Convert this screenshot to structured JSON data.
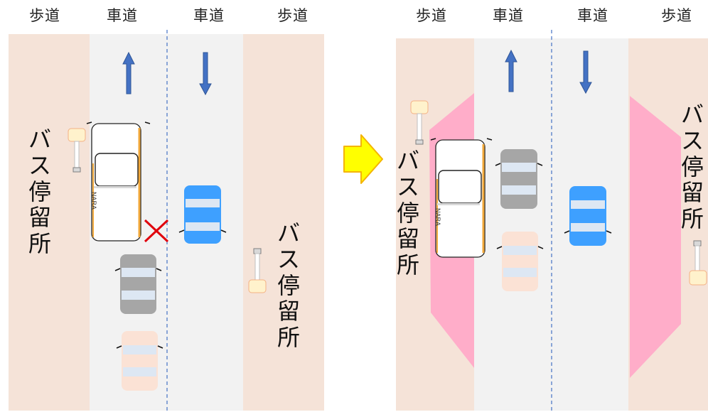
{
  "left_panel": {
    "columns": [
      "歩道",
      "車道",
      "車道",
      "歩道"
    ],
    "bus_stop_left": [
      "バ",
      "ス",
      "停",
      "留",
      "所"
    ],
    "bus_stop_right": [
      "バ",
      "ス",
      "停",
      "留",
      "所"
    ],
    "bus_plate": "NARA",
    "blocked_mark": "×"
  },
  "right_panel": {
    "columns": [
      "歩道",
      "車道",
      "車道",
      "歩道"
    ],
    "bus_stop_left": [
      "バ",
      "ス",
      "停",
      "留",
      "所"
    ],
    "bus_stop_right": [
      "バ",
      "ス",
      "停",
      "留",
      "所"
    ],
    "bus_plate": "NARA"
  },
  "colors": {
    "sidewalk": "#f5e3d8",
    "roadway": "#f2f2f2",
    "bay": "#ffadc9",
    "arrow": "#4472c4",
    "transition_arrow": "#ffff00",
    "blue_car": "#3ea0ff",
    "gray_car": "#a6a6a6",
    "pink_car": "#fbe2d5",
    "cross": "#e0000c"
  }
}
